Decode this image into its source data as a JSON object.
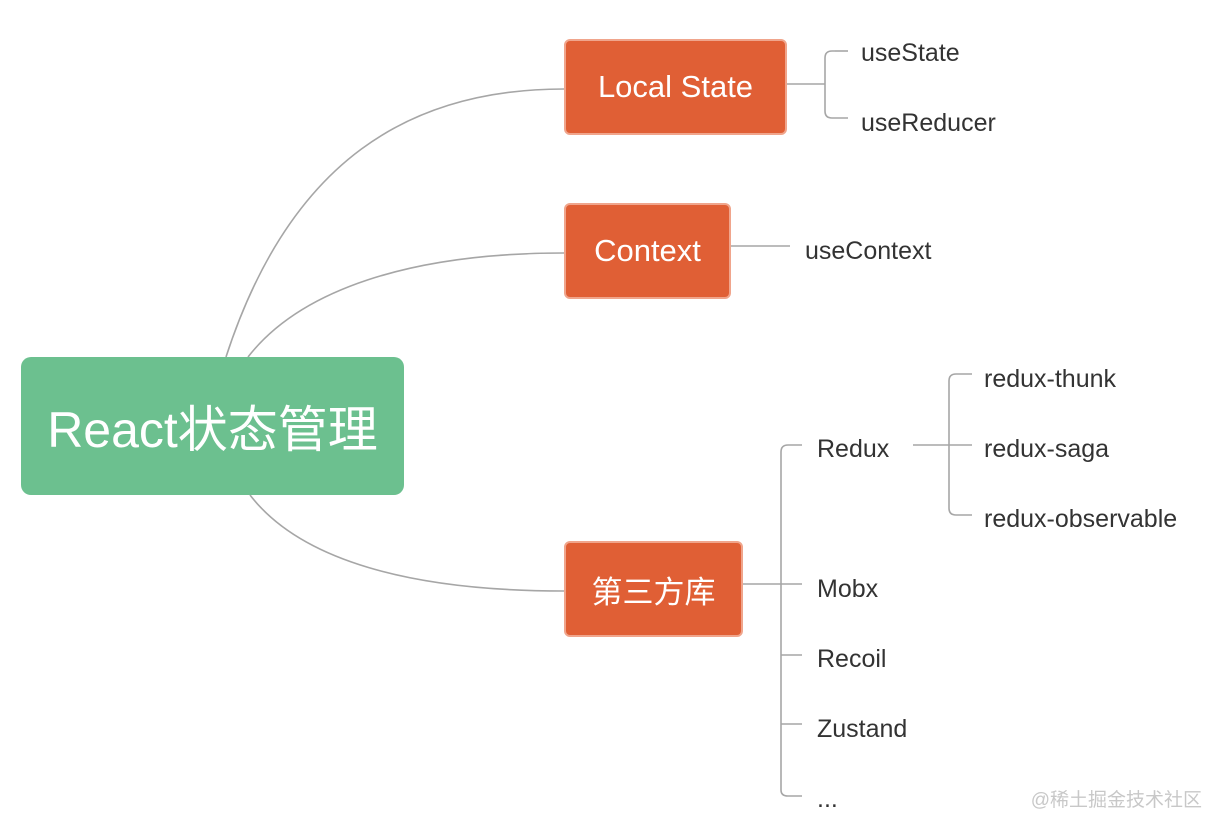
{
  "root": {
    "label": "React状态管理"
  },
  "branches": [
    {
      "label": "Local State",
      "children": [
        "useState",
        "useReducer"
      ]
    },
    {
      "label": "Context",
      "children": [
        "useContext"
      ]
    },
    {
      "label": "第三方库",
      "children": [
        "Redux",
        "Mobx",
        "Recoil",
        "Zustand",
        "..."
      ]
    }
  ],
  "redux_children": [
    "redux-thunk",
    "redux-saga",
    "redux-observable"
  ],
  "watermark": "@稀土掘金技术社区",
  "colors": {
    "root": "#6cc08f",
    "branch": "#e05f35",
    "branch_border": "#f0a58c",
    "connector": "#a6a6a6",
    "text": "#333333"
  }
}
